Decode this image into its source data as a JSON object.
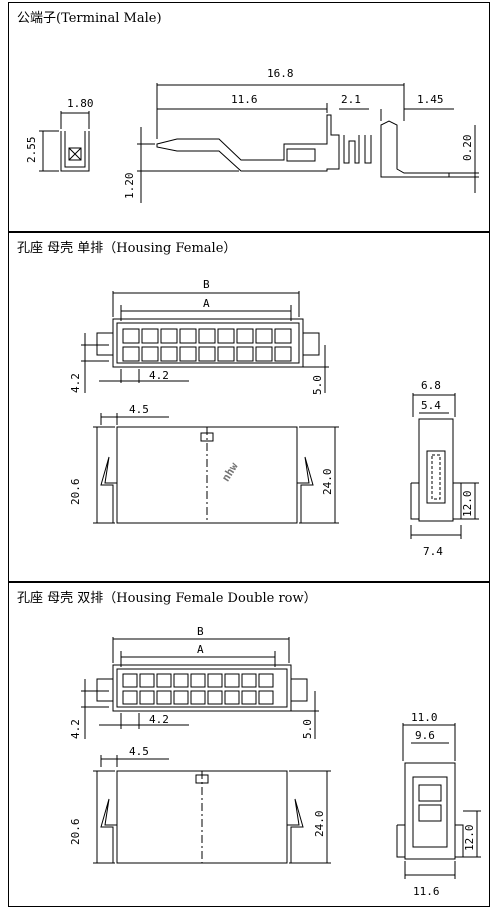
{
  "sections": [
    {
      "title": "公端子(Terminal Male)",
      "dims": {
        "overall": "16.8",
        "body": "11.6",
        "mid": "2.1",
        "tail": "1.45",
        "width": "1.80",
        "height": "2.55",
        "pin": "1.20",
        "thick": "0.20"
      }
    },
    {
      "title": "孔座  母壳  单排（Housing Female）",
      "dims": {
        "b": "B",
        "a": "A",
        "pitch_v": "4.2",
        "pitch_h": "4.2",
        "right": "5.0",
        "top_lead": "4.5",
        "height": "20.6",
        "depth": "24.0",
        "side_w": "6.8",
        "side_inner": "5.4",
        "side_h": "12.0",
        "side_bottom": "7.4"
      }
    },
    {
      "title": "孔座  母壳  双排（Housing Female Double row）",
      "dims": {
        "b": "B",
        "a": "A",
        "pitch_v": "4.2",
        "pitch_h": "4.2",
        "right": "5.0",
        "top_lead": "4.5",
        "height": "20.6",
        "depth": "24.0",
        "side_w": "11.0",
        "side_inner": "9.6",
        "side_h": "12.0",
        "side_bottom": "11.6"
      }
    }
  ],
  "watermark": {
    "text": "nhw",
    "color": "#d8d8d8"
  }
}
